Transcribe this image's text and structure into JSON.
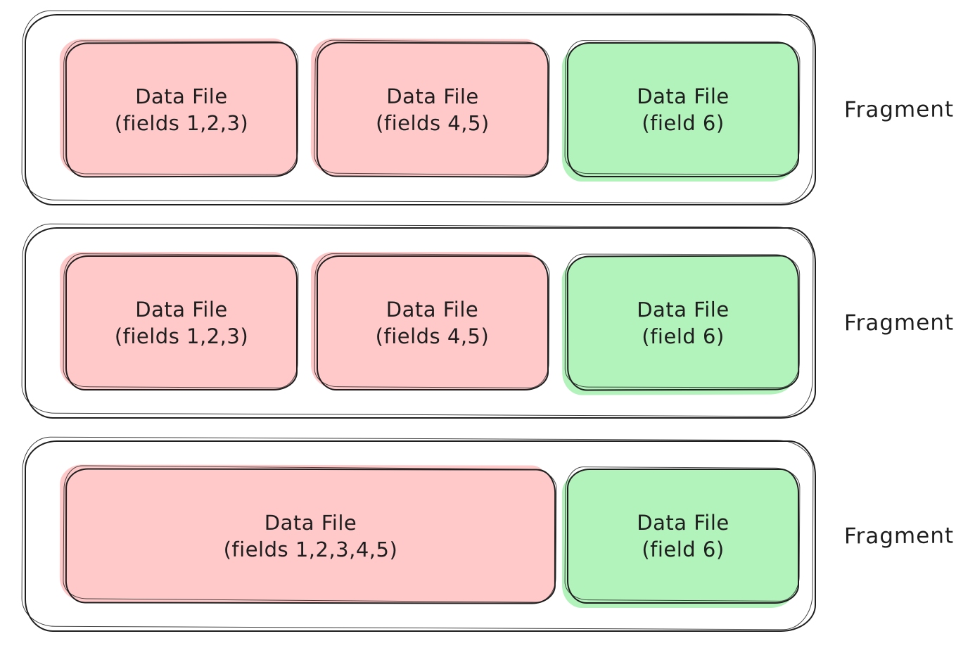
{
  "colors": {
    "file_pink": "#ffc9c9",
    "file_green": "#b2f2bb",
    "stroke": "#1e1e1e",
    "text": "#1e1e1e",
    "background": "#ffffff"
  },
  "fragments": [
    {
      "label": "Fragment",
      "files": [
        {
          "title": "Data File",
          "fields": "(fields 1,2,3)",
          "color": "pink"
        },
        {
          "title": "Data File",
          "fields": "(fields 4,5)",
          "color": "pink"
        },
        {
          "title": "Data File",
          "fields": "(field 6)",
          "color": "green"
        }
      ]
    },
    {
      "label": "Fragment",
      "files": [
        {
          "title": "Data File",
          "fields": "(fields 1,2,3)",
          "color": "pink"
        },
        {
          "title": "Data File",
          "fields": "(fields 4,5)",
          "color": "pink"
        },
        {
          "title": "Data File",
          "fields": "(field 6)",
          "color": "green"
        }
      ]
    },
    {
      "label": "Fragment",
      "files": [
        {
          "title": "Data File",
          "fields": "(fields 1,2,3,4,5)",
          "color": "pink",
          "wide": true
        },
        {
          "title": "Data File",
          "fields": "(field 6)",
          "color": "green"
        }
      ]
    }
  ]
}
